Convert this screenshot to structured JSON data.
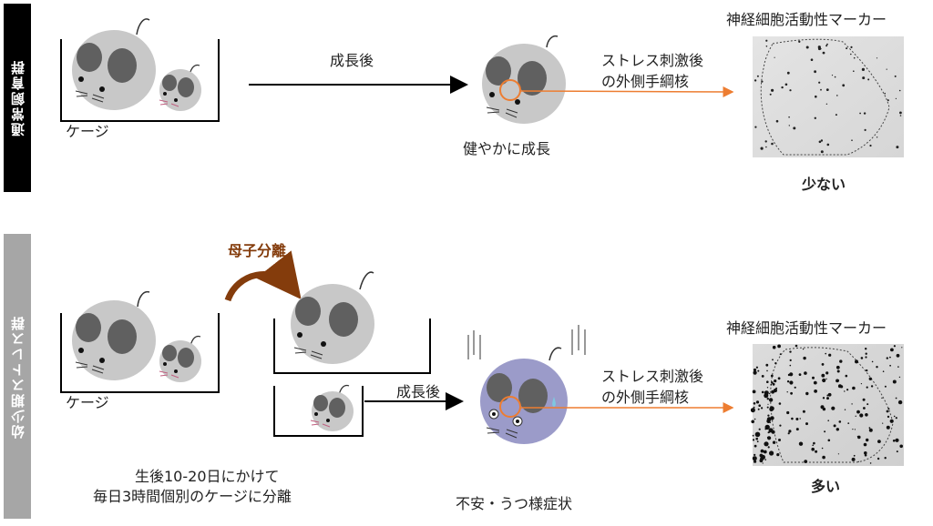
{
  "groups": {
    "normal": {
      "label": "通常飼育群",
      "cage_label": "ケージ",
      "grow_label": "成長後",
      "stress_label_1": "ストレス刺激後",
      "stress_label_2": "の外側手綱核",
      "outcome": "健やかに成長",
      "marker_title": "神経細胞活動性マーカー",
      "marker_result": "少ない"
    },
    "stress": {
      "label": "幼少期ストレス群",
      "separation_label": "母子分離",
      "cage_label": "ケージ",
      "grow_label": "成長後",
      "stress_label_1": "ストレス刺激後",
      "stress_label_2": "の外側手綱核",
      "note_1": "生後10-20日にかけて",
      "note_2": "毎日3時間個別のケージに分離",
      "outcome": "不安・うつ様症状",
      "marker_title": "神経細胞活動性マーカー",
      "marker_result": "多い"
    }
  },
  "colors": {
    "sidebar_normal": "#000000",
    "sidebar_stress": "#a6a6a6",
    "mouse_body": "#c8c8c8",
    "mouse_ear": "#606060",
    "anxious_body": "#9b9bc9",
    "highlight": "#ed7d31",
    "separation_arrow": "#843c0c"
  }
}
